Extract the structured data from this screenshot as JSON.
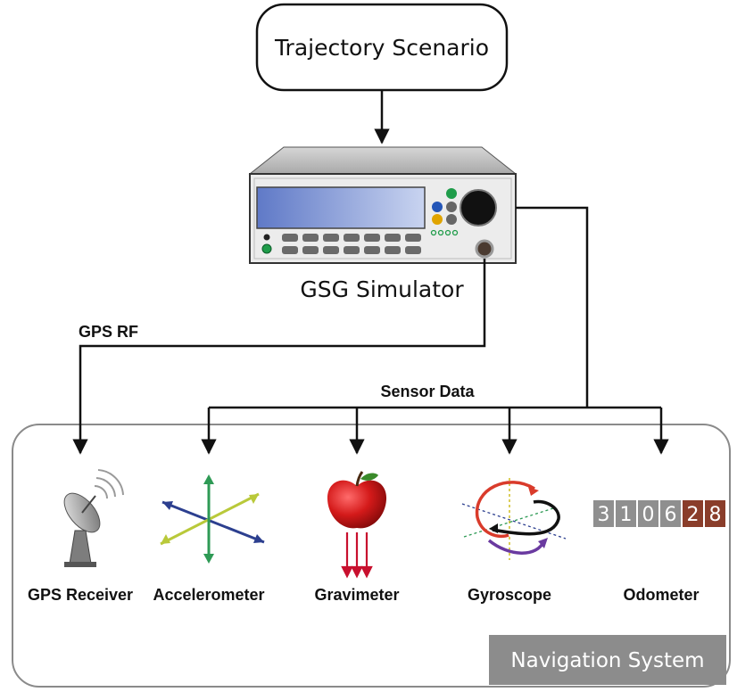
{
  "nodes": {
    "scenario": "Trajectory Scenario",
    "simulator": "GSG Simulator",
    "nav_system": "Navigation System"
  },
  "edges": {
    "gps_rf": "GPS RF",
    "sensor_data": "Sensor Data"
  },
  "sensors": {
    "gps_receiver": "GPS Receiver",
    "accelerometer": "Accelerometer",
    "gravimeter": "Gravimeter",
    "gyroscope": "Gyroscope",
    "odometer": "Odometer"
  },
  "odometer_digits": [
    "3",
    "1",
    "0",
    "6",
    "2",
    "8"
  ],
  "colors": {
    "line": "#111111",
    "nav_label_bg": "#8c8c8c",
    "display": "#6f88cf",
    "apple": "#c8102e",
    "gyro_red": "#d93b2b",
    "gyro_purple": "#6a3aa0",
    "accel_green": "#2e9a55",
    "accel_blue": "#2c3f8f",
    "accel_yellow": "#b9c93a"
  }
}
